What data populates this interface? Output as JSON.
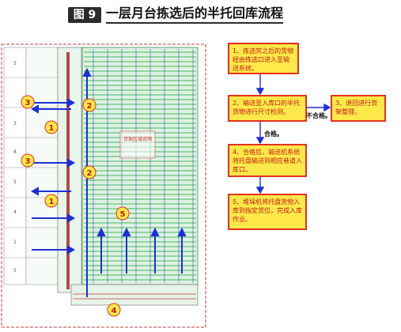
{
  "figure": {
    "badge": "图 9",
    "title": "一层月台拣选后的半托回库流程"
  },
  "drawing": {
    "markers": [
      "3",
      "2",
      "1",
      "3",
      "2",
      "1",
      "5",
      "4"
    ],
    "bay_numbers": [
      "5",
      "3",
      "8",
      "5",
      "4",
      "1",
      "5"
    ],
    "annotation": "货架区域说明"
  },
  "flow": {
    "steps": [
      "1、拣选完之后的货物经由拣选口进入至输送系统。",
      "2、输送至入库口的半托货物进行尺寸检测。",
      "3、退回进行货架整理。",
      "4、合格后，输送机系统将托盘输送到相应巷道入库口。",
      "5、堆垛机将托盘货物入库到指定货位，完成入库作业。"
    ],
    "label_fail": "不合格。",
    "label_pass": "合格。"
  },
  "colors": {
    "box_fill": "#ffe94a",
    "box_border": "#e5311f",
    "box_text": "#c21b12",
    "arrow": "#1d2fd6",
    "rack_green": "#63c37a"
  }
}
